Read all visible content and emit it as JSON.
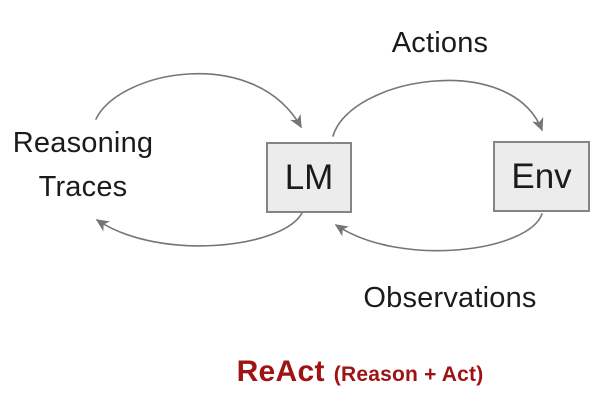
{
  "diagram": {
    "labels": {
      "reasoning_line1": "Reasoning",
      "reasoning_line2": "Traces",
      "actions": "Actions",
      "observations": "Observations"
    },
    "nodes": {
      "lm": "LM",
      "env": "Env"
    },
    "caption": {
      "title": "ReAct",
      "subtitle": "(Reason + Act)"
    },
    "colors": {
      "accent_red": "#9E1414",
      "box_fill": "#ECECEC",
      "box_border": "#848484",
      "arrow": "#757575",
      "text": "#1B1B1B",
      "background": "#FFFFFF"
    }
  }
}
